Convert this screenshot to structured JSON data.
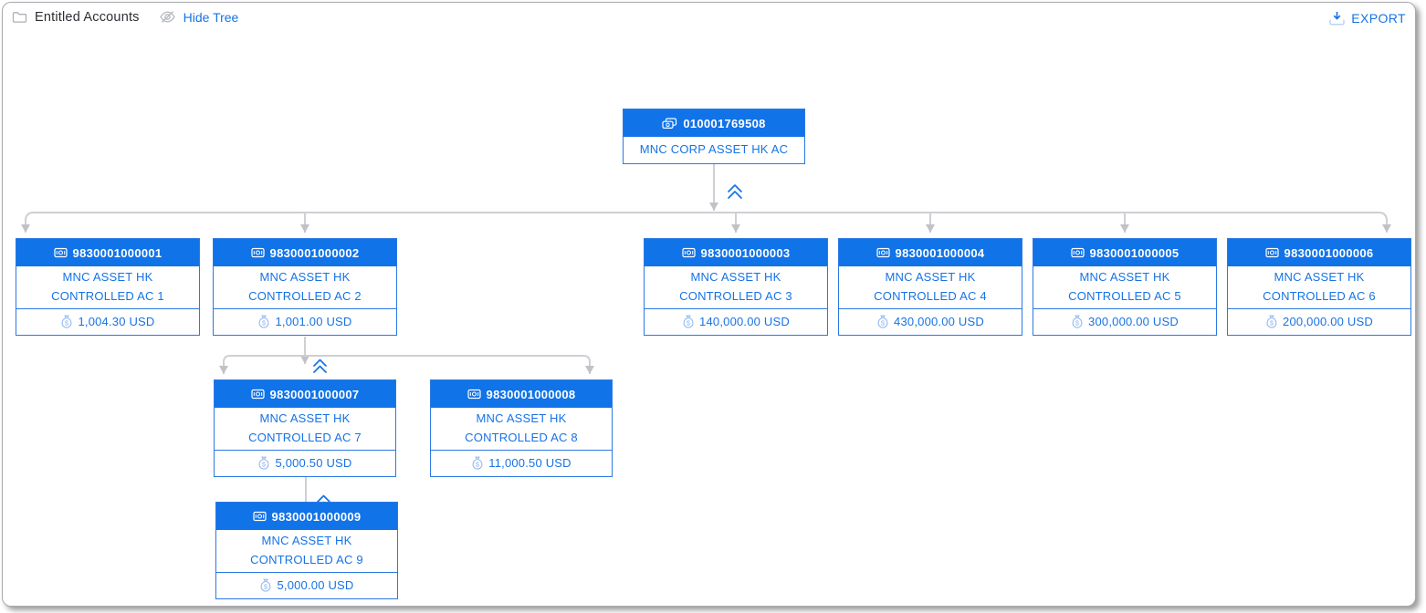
{
  "toolbar": {
    "title": "Entitled Accounts",
    "hide_tree_label": "Hide Tree",
    "export_label": "EXPORT"
  },
  "colors": {
    "accent_blue": "#1173e8",
    "node_text_blue": "#1673e6",
    "node_border_blue": "#2b79e3",
    "connector_gray": "#cfcfd4",
    "money_bag_icon_blue": "#93b9f2",
    "title_text": "#2b2e33"
  },
  "icons": {
    "folder-icon": "folder outline",
    "eye-off-icon": "eye with slash (hide)",
    "download-icon": "download tray arrow",
    "banknotes-icon": "stacked cash notes",
    "banknote-icon": "single cash note",
    "money-bag-icon": "money bag with $",
    "collapse-icon": "double chevron up",
    "connector-arrow": "gray triangle-down arrowhead"
  },
  "accounts": {
    "root": {
      "number": "010001769508",
      "name": "MNC CORP ASSET HK AC"
    },
    "children": [
      {
        "number": "9830001000001",
        "name": "MNC ASSET HK CONTROLLED AC 1",
        "balance": "1,004.30 USD"
      },
      {
        "number": "9830001000002",
        "name": "MNC ASSET HK CONTROLLED AC 2",
        "balance": "1,001.00 USD"
      },
      {
        "number": "9830001000003",
        "name": "MNC ASSET HK CONTROLLED AC 3",
        "balance": "140,000.00 USD"
      },
      {
        "number": "9830001000004",
        "name": "MNC ASSET HK CONTROLLED AC 4",
        "balance": "430,000.00 USD"
      },
      {
        "number": "9830001000005",
        "name": "MNC ASSET HK CONTROLLED AC 5",
        "balance": "300,000.00 USD"
      },
      {
        "number": "9830001000006",
        "name": "MNC ASSET HK CONTROLLED AC 6",
        "balance": "200,000.00 USD"
      }
    ],
    "grandchildren": [
      {
        "number": "9830001000007",
        "name": "MNC ASSET HK CONTROLLED AC 7",
        "balance": "5,000.50 USD"
      },
      {
        "number": "9830001000008",
        "name": "MNC ASSET HK CONTROLLED AC 8",
        "balance": "11,000.50 USD"
      }
    ],
    "greatgrandchildren": [
      {
        "number": "9830001000009",
        "name": "MNC ASSET HK CONTROLLED AC 9",
        "balance": "5,000.00 USD"
      }
    ]
  }
}
